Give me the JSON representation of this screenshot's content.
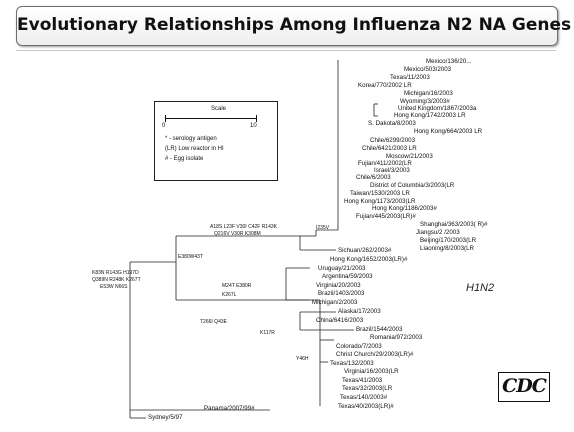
{
  "slide": {
    "title": "Evolutionary Relationships Among Influenza N2 NA Genes",
    "h1n2_label": "H1N2",
    "logo_text": "CDC"
  },
  "legend": {
    "title": "Scale",
    "min": "0",
    "max": "10",
    "items": [
      "* - serology antigen",
      "(LR) Low reactor in HI",
      "# - Egg isolate"
    ]
  },
  "taxa": [
    "Mexico/136/20...",
    "Mexico/503/2003",
    "Texas/11/2003",
    "Korea/770/2002 LR",
    "Michigan/16/2003",
    "Wyoming/3/2003#",
    "United Kingdom/1867/2003a",
    "Hong Kong/1742/2003 LR",
    "S. Dakota/8/2003",
    "Hong Kong/664/2003 LR",
    "Chile/6299/2003",
    "Chile/6421/2003 LR",
    "Moscow/21/2003",
    "Fujian/411/2002(LR",
    "Israel/3/2003",
    "Chile/6/2003",
    "District of Columbia/3/2003(LR",
    "Taiwan/1530/2003 LR",
    "Hong Kong/1173/2003(LR",
    "Hong Kong/1186/2003#",
    "Fujian/445/2003(LR)#",
    "Shanghai/363/2003( R)#",
    "Jiangsu/2 /2003",
    "Beijing/170/2003(LR",
    "Liaoning/8/2003(LR",
    "Sichuan/262/2003#",
    "Hong Kong/1652/2003(LR)#",
    "Uruguay/21/2003",
    "Argentina/59/2003",
    "Virginia/20/2003",
    "Brazil/1403/2003",
    "Michigan/2/2003",
    "Alaska/17/2003",
    "China/6416/2003",
    "Brazil/1544/2003",
    "Romania/972/2003",
    "Colorado/7/2003",
    "Christ Church/29/2003(LR)#",
    "Texas/132/2003",
    "Virginia/16/2003(LR",
    "Texas/41/2003",
    "Texas/32/2003(LR",
    "Texas/140/2003#",
    "Texas/40/2003(LR)#",
    "Panama/2007/99#",
    "Sydney/5/97"
  ],
  "mutations": [
    "A18S L23F V30I C42F R143K",
    "I235V",
    "Q216V V30R K308M",
    "E380W43T",
    "K83N R143G H197D",
    "Q389N R248K K267T",
    "E53W N66S",
    "M24T E380R",
    "K267L",
    "T266I Q43E",
    "K117R",
    "Y46H"
  ]
}
